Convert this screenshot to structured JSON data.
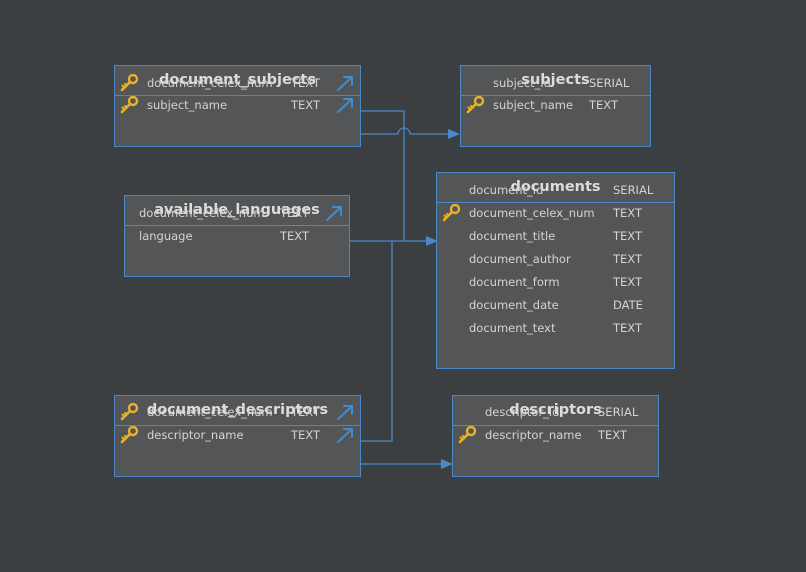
{
  "tables": {
    "document_subjects": {
      "title": "document_subjects",
      "rows": [
        {
          "name": "document_celex_num",
          "type": "TEXT",
          "pk": true,
          "fk": true
        },
        {
          "name": "subject_name",
          "type": "TEXT",
          "pk": true,
          "fk": true
        }
      ]
    },
    "subjects": {
      "title": "subjects",
      "rows": [
        {
          "name": "subject_id",
          "type": "SERIAL",
          "pk": false,
          "fk": false
        },
        {
          "name": "subject_name",
          "type": "TEXT",
          "pk": true,
          "fk": false
        }
      ]
    },
    "available_languages": {
      "title": "available_languages",
      "rows": [
        {
          "name": "document_celex_num",
          "type": "TEXT",
          "pk": false,
          "fk": true
        },
        {
          "name": "language",
          "type": "TEXT",
          "pk": false,
          "fk": false
        }
      ]
    },
    "documents": {
      "title": "documents",
      "rows": [
        {
          "name": "document_id",
          "type": "SERIAL",
          "pk": false,
          "fk": false
        },
        {
          "name": "document_celex_num",
          "type": "TEXT",
          "pk": true,
          "fk": false
        },
        {
          "name": "document_title",
          "type": "TEXT",
          "pk": false,
          "fk": false
        },
        {
          "name": "document_author",
          "type": "TEXT",
          "pk": false,
          "fk": false
        },
        {
          "name": "document_form",
          "type": "TEXT",
          "pk": false,
          "fk": false
        },
        {
          "name": "document_date",
          "type": "DATE",
          "pk": false,
          "fk": false
        },
        {
          "name": "document_text",
          "type": "TEXT",
          "pk": false,
          "fk": false
        }
      ]
    },
    "document_descriptors": {
      "title": "document_descriptors",
      "rows": [
        {
          "name": "document_celex_num",
          "type": "TEXT",
          "pk": true,
          "fk": true
        },
        {
          "name": "descriptor_name",
          "type": "TEXT",
          "pk": true,
          "fk": true
        }
      ]
    },
    "descriptors": {
      "title": "descriptors",
      "rows": [
        {
          "name": "descriptor_id",
          "type": "SERIAL",
          "pk": false,
          "fk": false
        },
        {
          "name": "descriptor_name",
          "type": "TEXT",
          "pk": true,
          "fk": false
        }
      ]
    }
  },
  "colors": {
    "background": "#3c3f41",
    "table_fill": "#545556",
    "border": "#4a88c7",
    "connector": "#4a88c7",
    "key": "#e8b32a",
    "fk_arrow": "#3b8fd8"
  },
  "icons": {
    "primary_key": "key-icon",
    "foreign_key": "foreign-key-arrow-icon"
  }
}
